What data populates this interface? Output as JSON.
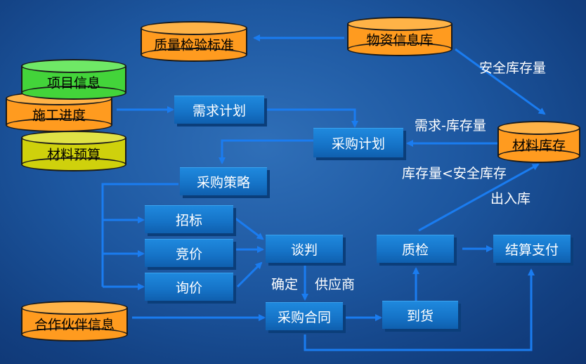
{
  "nodes": {
    "quality_standard": "质量检验标准",
    "material_db": "物资信息库",
    "project_info": "项目信息",
    "construction_progress": "施工进度",
    "material_budget": "材料预算",
    "demand_plan": "需求计划",
    "purchase_plan": "采购计划",
    "material_inventory": "材料库存",
    "purchase_strategy": "采购策略",
    "bidding": "招标",
    "competitive_price": "竞价",
    "inquiry": "询价",
    "negotiation": "谈判",
    "quality_check": "质检",
    "settlement": "结算支付",
    "partner_info": "合作伙伴信息",
    "purchase_contract": "采购合同",
    "arrival": "到货"
  },
  "edge_labels": {
    "safety_stock": "安全库存量",
    "demand_minus_stock": "需求-库存量",
    "stock_lt_safety": "库存量<安全库存",
    "in_out": "出入库",
    "confirm": "确定",
    "supplier": "供应商"
  },
  "colors": {
    "arrow": "#1a7cf0",
    "box": "#1572c6",
    "db_orange": "#ff9b1f",
    "db_green": "#43d43a",
    "db_yellow": "#cfd10c"
  }
}
